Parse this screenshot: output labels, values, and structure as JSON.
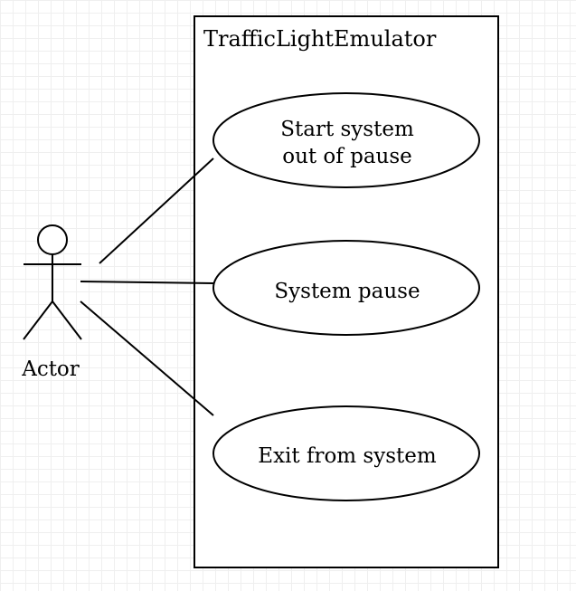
{
  "diagram": {
    "type": "use-case",
    "system": {
      "title": "TrafficLightEmulator"
    },
    "actor": {
      "label": "Actor"
    },
    "use_cases": [
      {
        "lines": [
          "Start system",
          "out of pause"
        ]
      },
      {
        "lines": [
          "System pause"
        ]
      },
      {
        "lines": [
          "Exit from system"
        ]
      }
    ],
    "associations": [
      {
        "from": "actor",
        "to": "use_cases.0"
      },
      {
        "from": "actor",
        "to": "use_cases.1"
      },
      {
        "from": "actor",
        "to": "use_cases.2"
      }
    ]
  }
}
